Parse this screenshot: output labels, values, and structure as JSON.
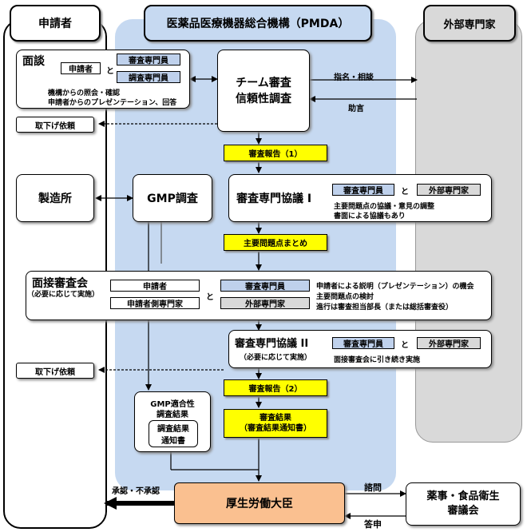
{
  "lanes": {
    "applicant": "申請者",
    "pmda": "医薬品医療機器総合機構（PMDA）",
    "experts": "外部専門家"
  },
  "mendan": {
    "title": "面談",
    "applicant": "申請者",
    "and": "と",
    "reviewer1": "審査専門員",
    "reviewer2": "調査専門員",
    "note1": "機構からの照会・確認",
    "note2": "申請者からのプレゼンテーション、回答"
  },
  "team_review": {
    "line1": "チーム審査",
    "line2": "信頼性調査"
  },
  "shimei": "指名・相談",
  "jogen": "助言",
  "withdraw1": "取下げ依頼",
  "withdraw2": "取下げ依頼",
  "report1": "審査報告（1）",
  "factory": "製造所",
  "gmp": "GMP調査",
  "kyogi1": {
    "title": "審査専門協議 I",
    "reviewer": "審査専門員",
    "and": "と",
    "expert": "外部専門家",
    "note1": "主要問題点の協議・意見の調整",
    "note2": "書面による協議もあり"
  },
  "summary": "主要問題点まとめ",
  "mensetsu": {
    "title": "面接審査会",
    "sub": "（必要に応じて実施）",
    "applicant": "申請者",
    "applicant_expert": "申請者側専門家",
    "and": "と",
    "reviewer": "審査専門員",
    "expert": "外部専門家",
    "note1": "申請者による説明（プレゼンテーション）の機会",
    "note2": "主要問題点の検討",
    "note3": "進行は審査担当部長（または総括審査役）"
  },
  "kyogi2": {
    "title": "審査専門協議 II",
    "sub": "（必要に応じて実施）",
    "reviewer": "審査専門員",
    "and": "と",
    "expert": "外部専門家",
    "note": "面接審査会に引き続き実施"
  },
  "report2": "審査報告（2）",
  "gmp_result": {
    "line1": "GMP適合性",
    "line2": "調査結果",
    "inner1": "調査結果",
    "inner2": "通知書"
  },
  "result": {
    "line1": "審査結果",
    "line2": "（審査結果通知書）"
  },
  "minister": "厚生労働大臣",
  "council": {
    "line1": "薬事・食品衛生",
    "line2": "審議会"
  },
  "approve": "承認・不承認",
  "shimon": "諮問",
  "toshin": "答申",
  "colors": {
    "pmda_bg": "#c6d9f1",
    "expert_bg": "#d9d9d9",
    "yellow": "#ffff00",
    "minister_bg": "#fac090"
  }
}
